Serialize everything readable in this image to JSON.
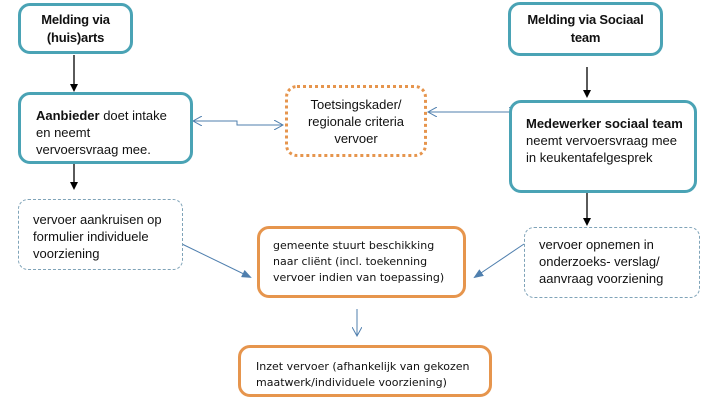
{
  "diagram": {
    "nodes": {
      "melding_huisarts": {
        "text": "Melding via (huis)arts"
      },
      "melding_sociaal": {
        "text": "Melding via Sociaal team"
      },
      "aanbieder": {
        "bold": "Aanbieder",
        "rest": " doet intake en neemt vervoersvraag mee."
      },
      "toetsingskader": {
        "line1": "Toetsingskader/",
        "line2": "regionale criteria",
        "line3": "vervoer"
      },
      "medewerker": {
        "bold": "Medewerker sociaal team",
        "rest": " neemt vervoersvraag mee in keukentafelgesprek"
      },
      "aankruisen": {
        "text": "vervoer aankruisen op formulier individuele voorziening"
      },
      "beschikking": {
        "line1": "gemeente stuurt beschikking",
        "line2": "naar cliënt  (incl. toekenning",
        "line3": "vervoer indien van toepassing)"
      },
      "opnemen": {
        "line1": "vervoer opnemen in",
        "line2": "onderzoeks- verslag/",
        "line3": "aanvraag voorziening"
      },
      "inzet": {
        "line1": "Inzet vervoer (afhankelijk van gekozen",
        "line2": "maatwerk/individuele voorziening)"
      }
    },
    "colors": {
      "teal": "#4aa3b5",
      "orange": "#e6954d",
      "dashed_blue": "#7fa3b8",
      "connector_blue": "#4f7fae",
      "arrow_black": "#000000"
    }
  }
}
